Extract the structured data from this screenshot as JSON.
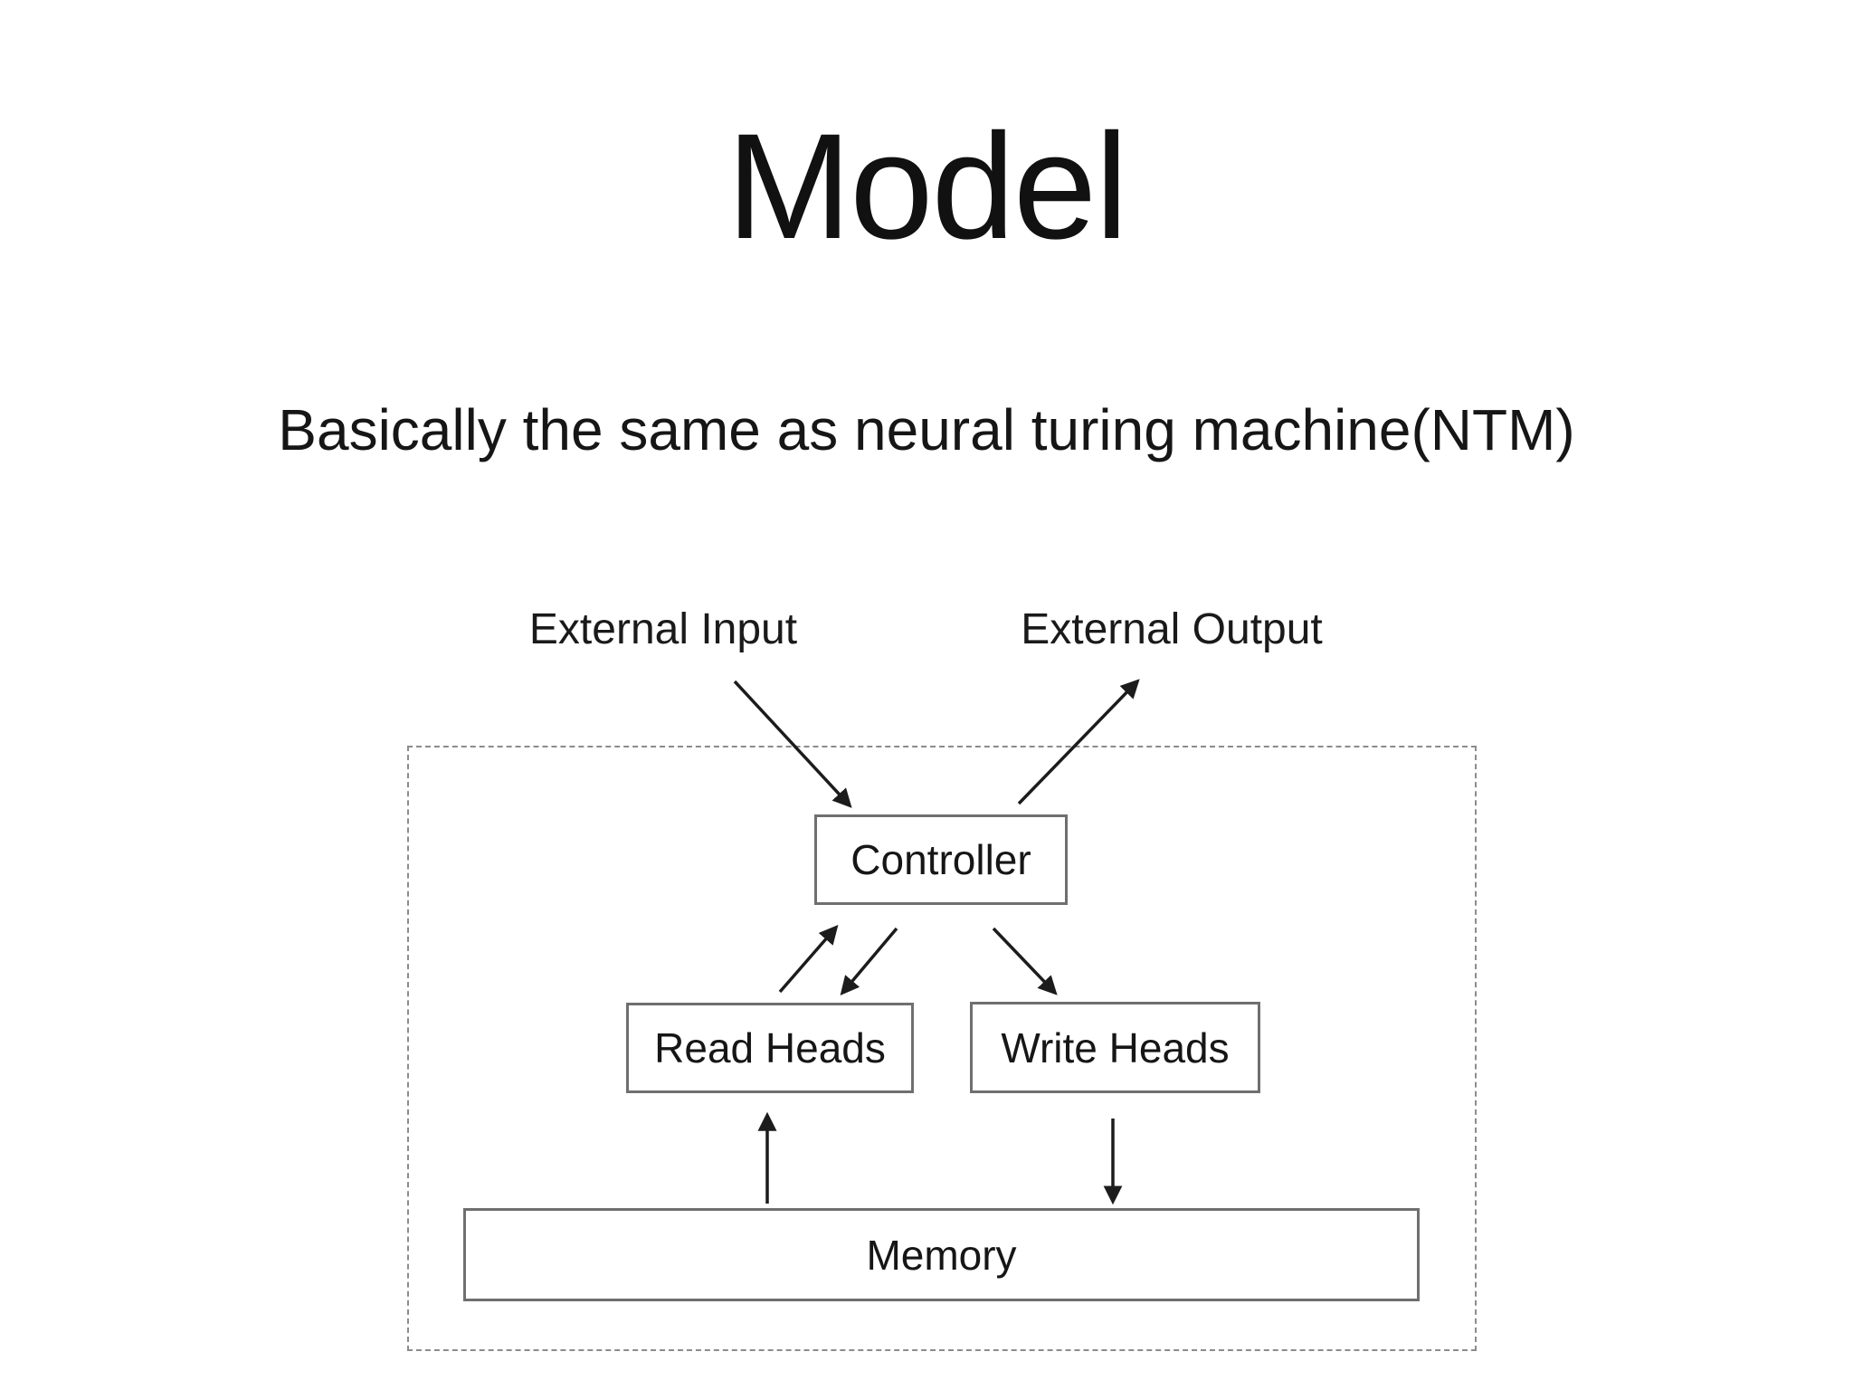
{
  "slide": {
    "title": "Model",
    "subtitle": "Basically the same as neural turing machine(NTM)"
  },
  "diagram": {
    "labels": {
      "external_input": "External Input",
      "external_output": "External Output",
      "controller": "Controller",
      "read_heads": "Read Heads",
      "write_heads": "Write Heads",
      "memory": "Memory"
    },
    "edges": [
      {
        "from": "External Input",
        "to": "Controller"
      },
      {
        "from": "Controller",
        "to": "External Output"
      },
      {
        "from": "Read Heads",
        "to": "Controller"
      },
      {
        "from": "Controller",
        "to": "Read Heads"
      },
      {
        "from": "Controller",
        "to": "Write Heads"
      },
      {
        "from": "Memory",
        "to": "Read Heads"
      },
      {
        "from": "Write Heads",
        "to": "Memory"
      }
    ],
    "colors": {
      "background": "#ffffff",
      "text": "#161616",
      "box_border": "#6f6f6f",
      "dashed_border": "#8c8c8c",
      "arrow": "#1c1c1c"
    }
  }
}
